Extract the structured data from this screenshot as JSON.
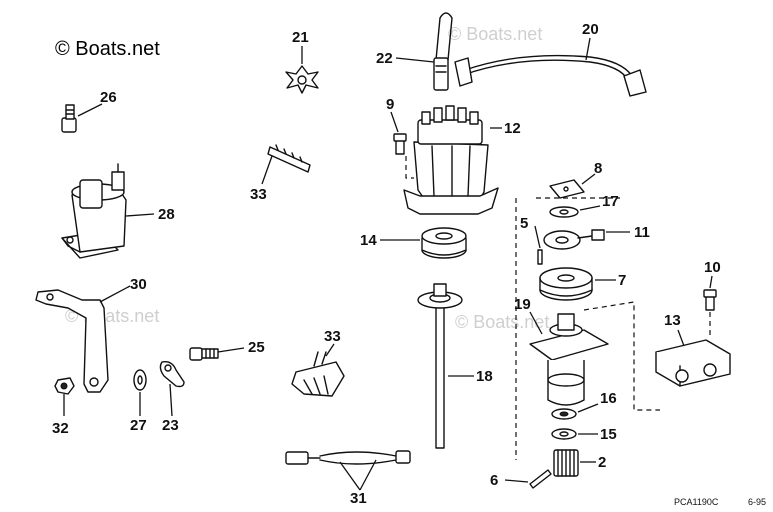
{
  "watermark": {
    "main": "© Boats.net",
    "faint": "© Boats.net"
  },
  "footer": {
    "ref_code": "PCA1190C",
    "date_code": "6-95"
  },
  "callouts": {
    "c2": "2",
    "c5": "5",
    "c6": "6",
    "c7": "7",
    "c8": "8",
    "c9": "9",
    "c10": "10",
    "c11": "11",
    "c12": "12",
    "c13": "13",
    "c14": "14",
    "c15": "15",
    "c16": "16",
    "c17": "17",
    "c18": "18",
    "c19": "19",
    "c20": "20",
    "c21": "21",
    "c22": "22",
    "c23": "23",
    "c25": "25",
    "c26": "26",
    "c27": "27",
    "c28": "28",
    "c30": "30",
    "c31": "31",
    "c32": "32",
    "c33a": "33",
    "c33b": "33"
  }
}
